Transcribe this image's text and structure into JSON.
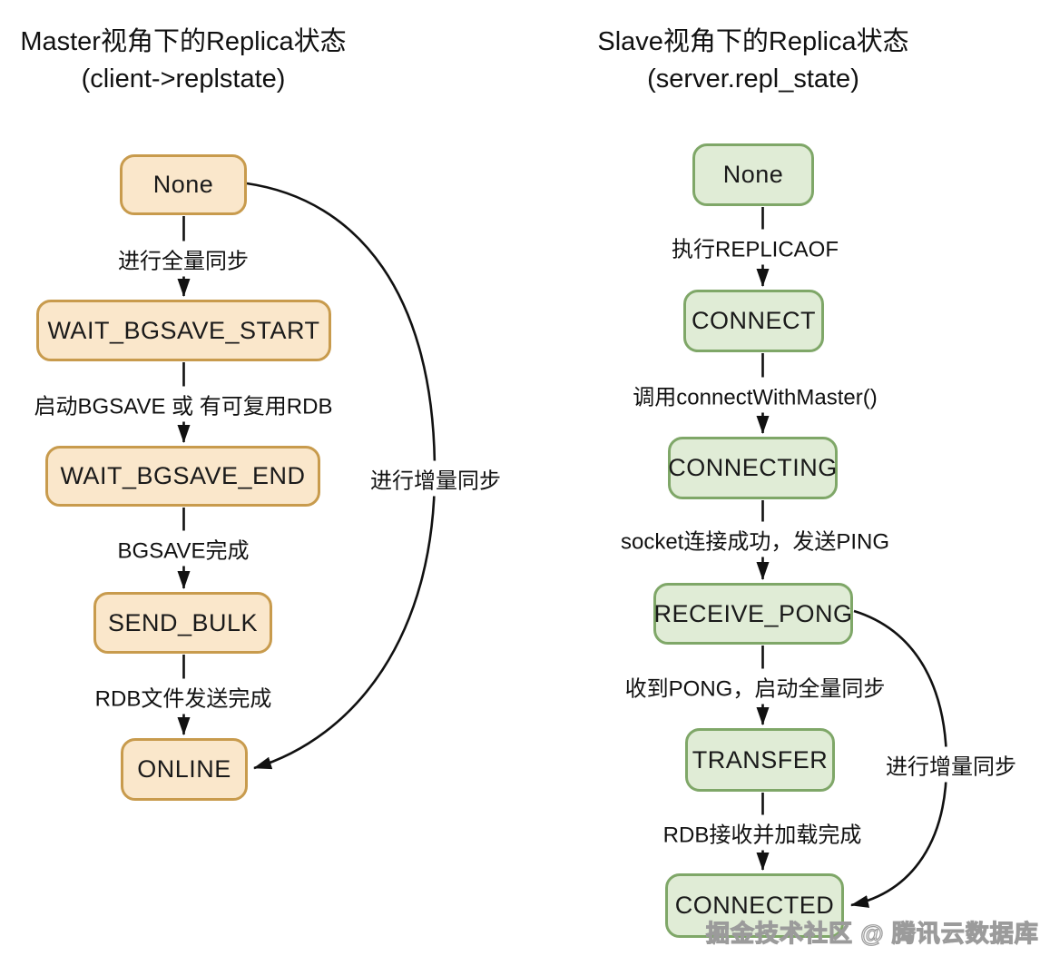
{
  "left": {
    "title": "Master视角下的Replica状态",
    "subtitle": "(client->replstate)",
    "nodes": [
      {
        "id": "none",
        "label": "None"
      },
      {
        "id": "wait_bgsave_start",
        "label": "WAIT_BGSAVE_START"
      },
      {
        "id": "wait_bgsave_end",
        "label": "WAIT_BGSAVE_END"
      },
      {
        "id": "send_bulk",
        "label": "SEND_BULK"
      },
      {
        "id": "online",
        "label": "ONLINE"
      }
    ],
    "edges": [
      {
        "from": "None",
        "to": "WAIT_BGSAVE_START",
        "label": "进行全量同步"
      },
      {
        "from": "WAIT_BGSAVE_START",
        "to": "WAIT_BGSAVE_END",
        "label": "启动BGSAVE 或 有可复用RDB"
      },
      {
        "from": "WAIT_BGSAVE_END",
        "to": "SEND_BULK",
        "label": "BGSAVE完成"
      },
      {
        "from": "SEND_BULK",
        "to": "ONLINE",
        "label": "RDB文件发送完成"
      },
      {
        "from": "None",
        "to": "ONLINE",
        "label": "进行增量同步"
      }
    ]
  },
  "right": {
    "title": "Slave视角下的Replica状态",
    "subtitle": "(server.repl_state)",
    "nodes": [
      {
        "id": "none",
        "label": "None"
      },
      {
        "id": "connect",
        "label": "CONNECT"
      },
      {
        "id": "connecting",
        "label": "CONNECTING"
      },
      {
        "id": "receive_pong",
        "label": "RECEIVE_PONG"
      },
      {
        "id": "transfer",
        "label": "TRANSFER"
      },
      {
        "id": "connected",
        "label": "CONNECTED"
      }
    ],
    "edges": [
      {
        "from": "None",
        "to": "CONNECT",
        "label": "执行REPLICAOF"
      },
      {
        "from": "CONNECT",
        "to": "CONNECTING",
        "label": "调用connectWithMaster()"
      },
      {
        "from": "CONNECTING",
        "to": "RECEIVE_PONG",
        "label": "socket连接成功，发送PING"
      },
      {
        "from": "RECEIVE_PONG",
        "to": "TRANSFER",
        "label": "收到PONG，启动全量同步"
      },
      {
        "from": "TRANSFER",
        "to": "CONNECTED",
        "label": "RDB接收并加载完成"
      },
      {
        "from": "RECEIVE_PONG",
        "to": "CONNECTED",
        "label": "进行增量同步"
      }
    ]
  },
  "watermark": "掘金技术社区 @ 腾讯云数据库",
  "colors": {
    "master_node_fill": "#fae7cb",
    "master_node_border": "#c89b4d",
    "slave_node_fill": "#e0ecd6",
    "slave_node_border": "#7fa768",
    "arrow": "#111111",
    "text": "#1a1a1a",
    "background": "#ffffff"
  }
}
